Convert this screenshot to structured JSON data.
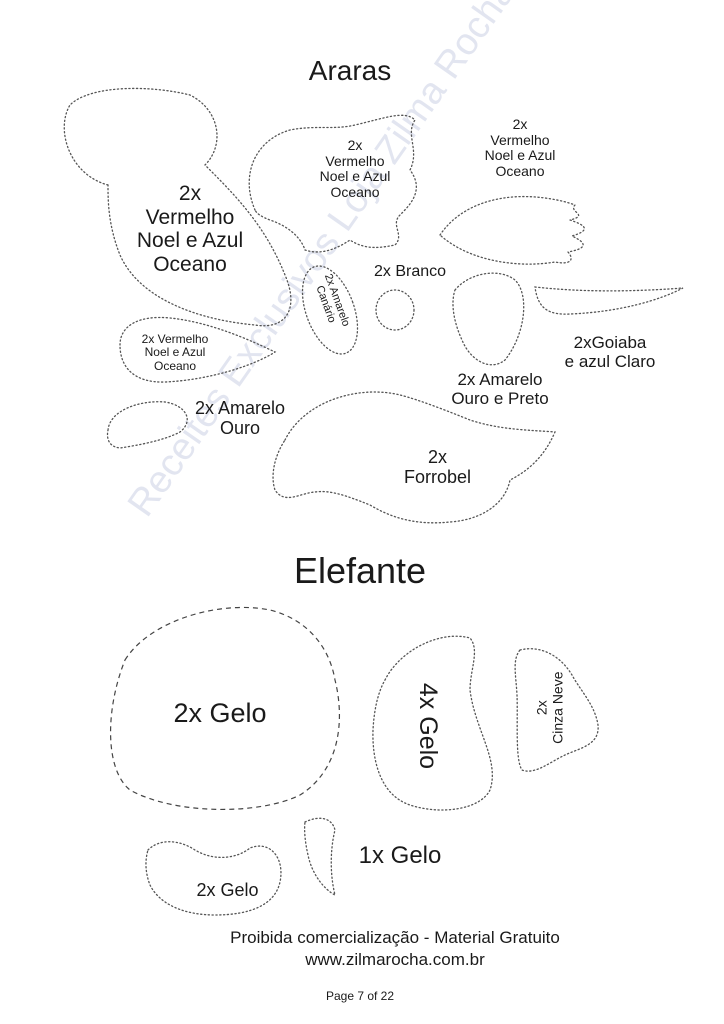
{
  "titles": {
    "araras": "Araras",
    "elefante": "Elefante"
  },
  "araras_labels": {
    "head_large": "2x\nVermelho\nNoel e Azul\nOceano",
    "body": "2x\nVermelho\nNoel e Azul\nOceano",
    "wing_top_right": "2x\nVermelho\nNoel e Azul\nOceano",
    "wing_small": "2x Vermelho\nNoel e Azul\nOceano",
    "canario": "2x Amarelo\nCanário",
    "branco": "2x Branco",
    "goiaba": "2xGoiaba\ne azul Claro",
    "amarelo_ouro_preto": "2x Amarelo\nOuro e Preto",
    "amarelo_ouro": "2x Amarelo\nOuro",
    "forrobel": "2x\nForrobel"
  },
  "elefante_labels": {
    "head": "2x Gelo",
    "ear": "4x Gelo",
    "cinza": "2x\nCinza Neve",
    "tusk": "1x Gelo",
    "trunk": "2x Gelo"
  },
  "footer": {
    "line1_a": "Proibida comercialização - ",
    "line1_b": "Material Gratuito",
    "line2": "www.zilmarocha.com.br",
    "page": "Page 7 of 22"
  },
  "watermark": "Receites Exclusivos Loja Zilma Rocha"
}
